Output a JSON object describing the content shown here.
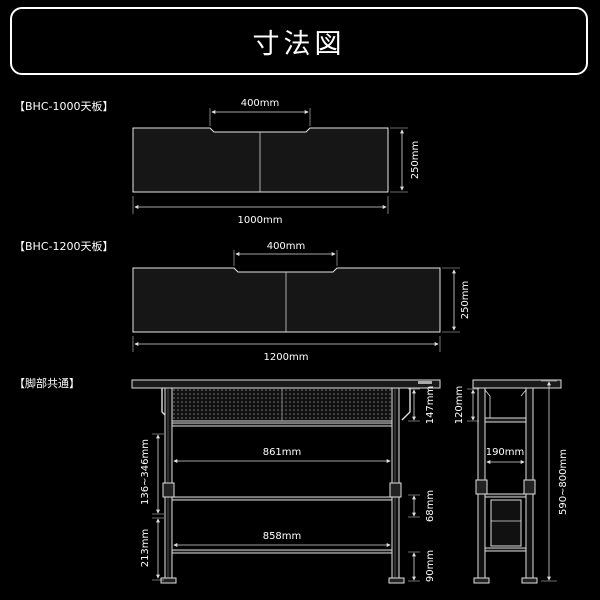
{
  "title": "寸法図",
  "sections": {
    "top1000": {
      "label": "【BHC-1000天板】",
      "notch_width": "400mm",
      "width": "1000mm",
      "depth": "250mm"
    },
    "top1200": {
      "label": "【BHC-1200天板】",
      "notch_width": "400mm",
      "width": "1200mm",
      "depth": "250mm"
    },
    "legs": {
      "label": "【脚部共通】",
      "shelf_upper_width": "861mm",
      "shelf_lower_width": "858mm",
      "adjust_range": "136~346mm",
      "lower_height": "213mm",
      "panel_height": "147mm",
      "shelf_gap": "68mm",
      "bottom_height": "90mm",
      "side_top": "120mm",
      "side_depth": "190mm",
      "total_height": "590~800mm"
    }
  },
  "colors": {
    "background": "#000000",
    "line": "#ffffff",
    "panel_fill": "#151515",
    "dim_line": "#d8d8d8"
  }
}
